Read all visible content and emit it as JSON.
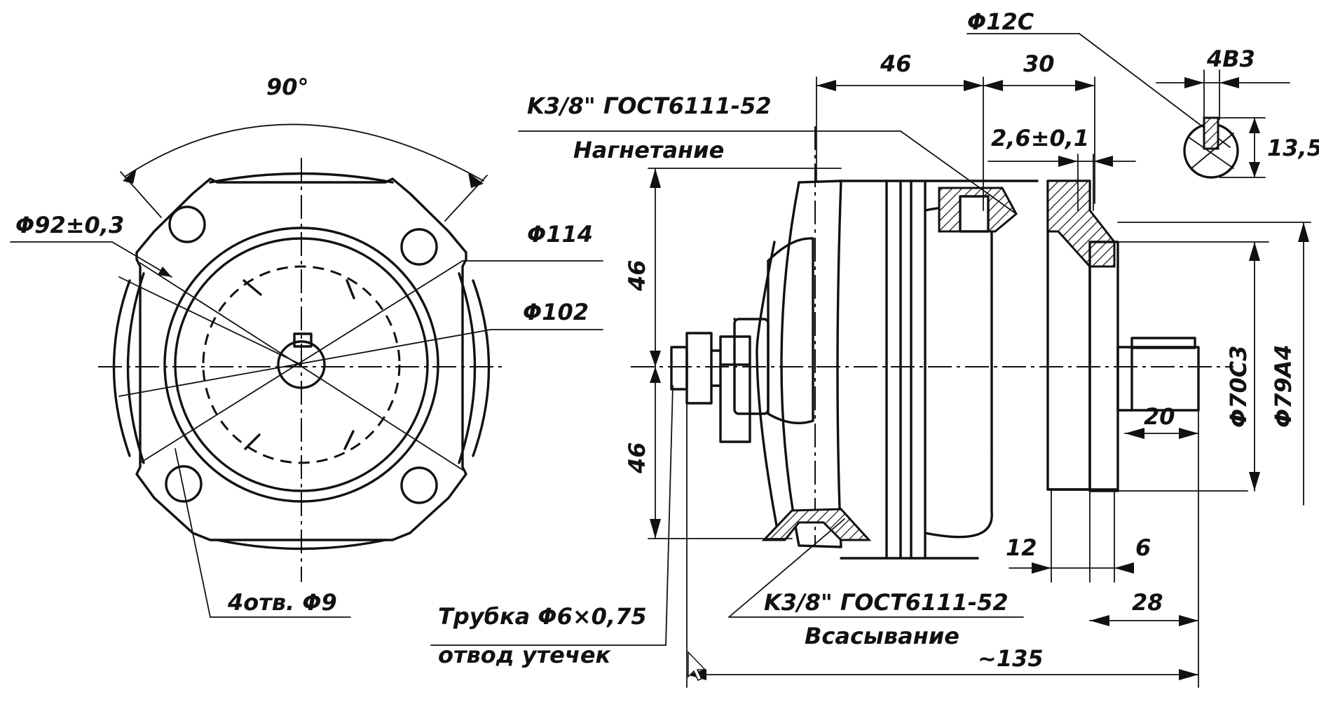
{
  "views": {
    "front": {
      "angle_label": "90°",
      "bolt_circle_label": "Φ92±0,3",
      "outer_dia_label": "Φ114",
      "inner_dia_label": "Φ102",
      "holes_label": "4отв. Φ9"
    },
    "side": {
      "dim_46_horizontal": "46",
      "dim_30": "30",
      "dim_12c": "Φ12C",
      "dim_2_6": "2,6±0,1",
      "dim_46_top": "46",
      "dim_46_bottom": "46",
      "dim_12": "12",
      "dim_6": "6",
      "dim_20": "20",
      "dim_28": "28",
      "dim_135": "~135",
      "dim_70c3": "Φ70C3",
      "dim_79a4": "Φ79A4",
      "pressure_port_thread": "K3/8\" ГОСТ6111-52",
      "pressure_port_name": "Нагнетание",
      "suction_port_thread": "K3/8\" ГОСТ6111-52",
      "suction_port_name": "Всасывание",
      "leak_tube_label": "Трубка Φ6×0,75",
      "leak_tube_purpose": "отвод утечек"
    },
    "key_section": {
      "width_label": "4B3",
      "depth_label": "13,5"
    }
  }
}
